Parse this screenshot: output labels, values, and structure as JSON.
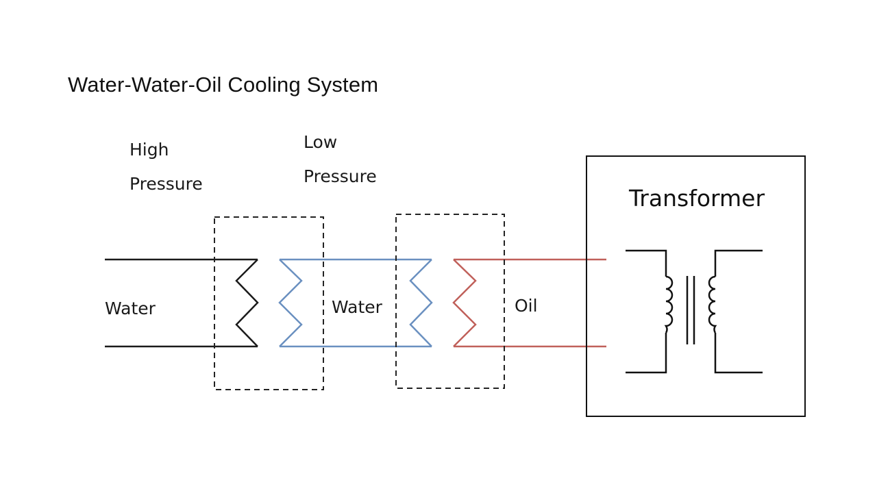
{
  "title": "Water-Water-Oil Cooling System",
  "labels": {
    "high_pressure": [
      "High",
      "Pressure"
    ],
    "low_pressure": [
      "Low",
      "Pressure"
    ],
    "water_left": "Water",
    "water_middle": "Water",
    "oil": "Oil",
    "transformer": "Transformer"
  },
  "colors": {
    "high_pressure_loop": "#1a1a1a",
    "low_pressure_loop": "#6a90c0",
    "oil_loop": "#c0605a",
    "dashed_boundary": "#222222",
    "transformer_box": "#111111"
  },
  "components": [
    {
      "name": "water-to-water heat exchanger",
      "boundary": "dashed"
    },
    {
      "name": "water-to-oil heat exchanger",
      "boundary": "dashed"
    },
    {
      "name": "transformer",
      "boundary": "solid",
      "symbol": "transformer-icon"
    }
  ]
}
